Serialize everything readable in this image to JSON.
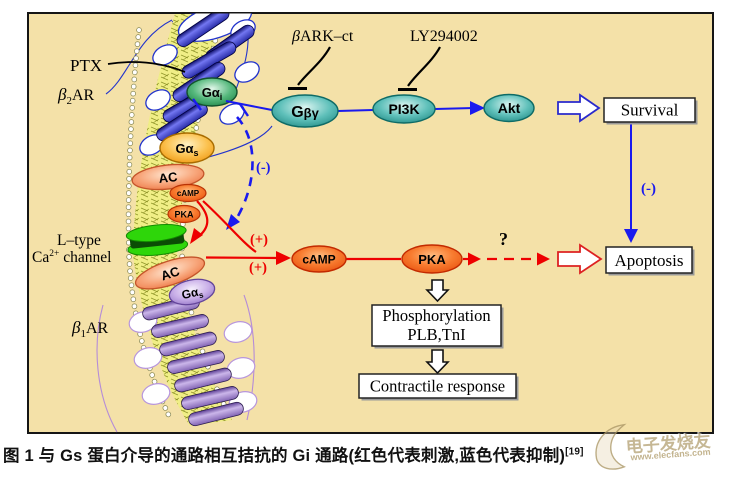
{
  "figure": {
    "caption": {
      "text": "图 1  与 Gs 蛋白介导的通路相互拮抗的 Gi 通路(红色代表刺激,蓝色代表抑制)",
      "ref": "[19]"
    },
    "watermark": {
      "brand": "电子发烧友",
      "site": "www.elecfans.com"
    }
  },
  "labels": {
    "ptx": "PTX",
    "beta2ar": {
      "pre": "β",
      "sub": "2",
      "post": "AR"
    },
    "beta1ar": {
      "pre": "β",
      "sub": "1",
      "post": "AR"
    },
    "bark_ct": {
      "pre": "β",
      "post": "ARK–ct"
    },
    "ly294002": "LY294002",
    "ltype_line1": "L–type",
    "ltype_line2": {
      "base": "Ca",
      "sup": "2+",
      "post": " channel"
    },
    "minus_gi": "(-)",
    "minus_survival": "(-)",
    "plus_top": "(+)",
    "plus_bottom": "(+)",
    "question": "?"
  },
  "proteins": {
    "g_alpha_i": {
      "base": "Gα",
      "sub": "i"
    },
    "g_alpha_s_top": {
      "base": "Gα",
      "sub": "s"
    },
    "g_alpha_s_bottom": {
      "base": "Gα",
      "sub": "s"
    },
    "g_beta_gamma": {
      "base": "G",
      "sub": "βγ"
    },
    "ac_top": "AC",
    "ac_bottom": "AC",
    "camp_small": "cAMP",
    "pka_small": "PKA",
    "camp": "cAMP",
    "pka": "PKA",
    "pi3k": "PI3K",
    "akt": "Akt"
  },
  "boxes": {
    "survival": "Survival",
    "apoptosis": "Apoptosis",
    "phospho_line1": "Phosphorylation",
    "phospho_line2": "PLB,TnI",
    "contractile": "Contractile response"
  },
  "colors": {
    "background": "#f4e1a8",
    "stimulation_red": "#ee0000",
    "inhibition_blue": "#1a1aee",
    "membrane_yellow": "#f0ee86",
    "teal": "#2d9a94",
    "gi_green": "#2c9055",
    "gs_orange": "#f29b13",
    "ac_salmon": "#ef7c4a",
    "camp_red_orange": "#ec5510",
    "gs_lavender": "#9a78cc",
    "channel_green": "#2ed60a"
  }
}
